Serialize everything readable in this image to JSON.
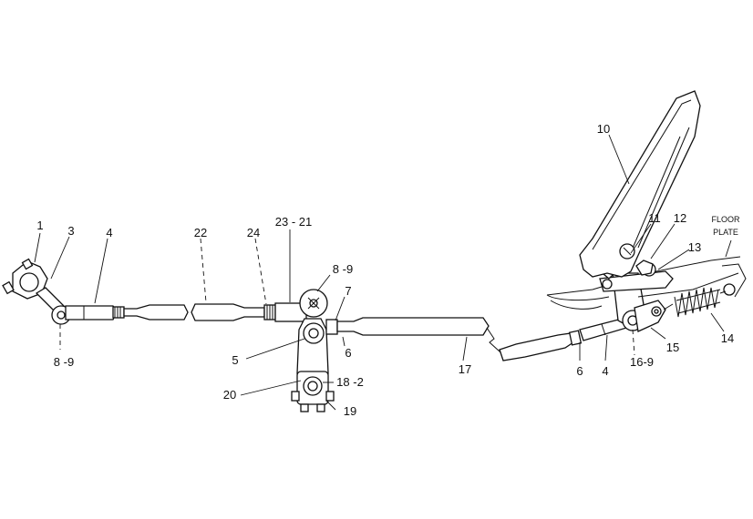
{
  "labels": {
    "l1": "1",
    "l3": "3",
    "l4a": "4",
    "l89a": "8 -9",
    "l22": "22",
    "l24": "24",
    "l2321": "23 - 21",
    "l89b": "8 -9",
    "l7": "7",
    "l5": "5",
    "l6a": "6",
    "l20": "20",
    "l182": "18 -2",
    "l19": "19",
    "l17": "17",
    "l6b": "6",
    "l4b": "4",
    "l169": "16-9",
    "l15": "15",
    "l14": "14",
    "l13": "13",
    "l12": "12",
    "l11": "11",
    "l10": "10",
    "floor1": "FLOOR",
    "floor2": "PLATE"
  }
}
